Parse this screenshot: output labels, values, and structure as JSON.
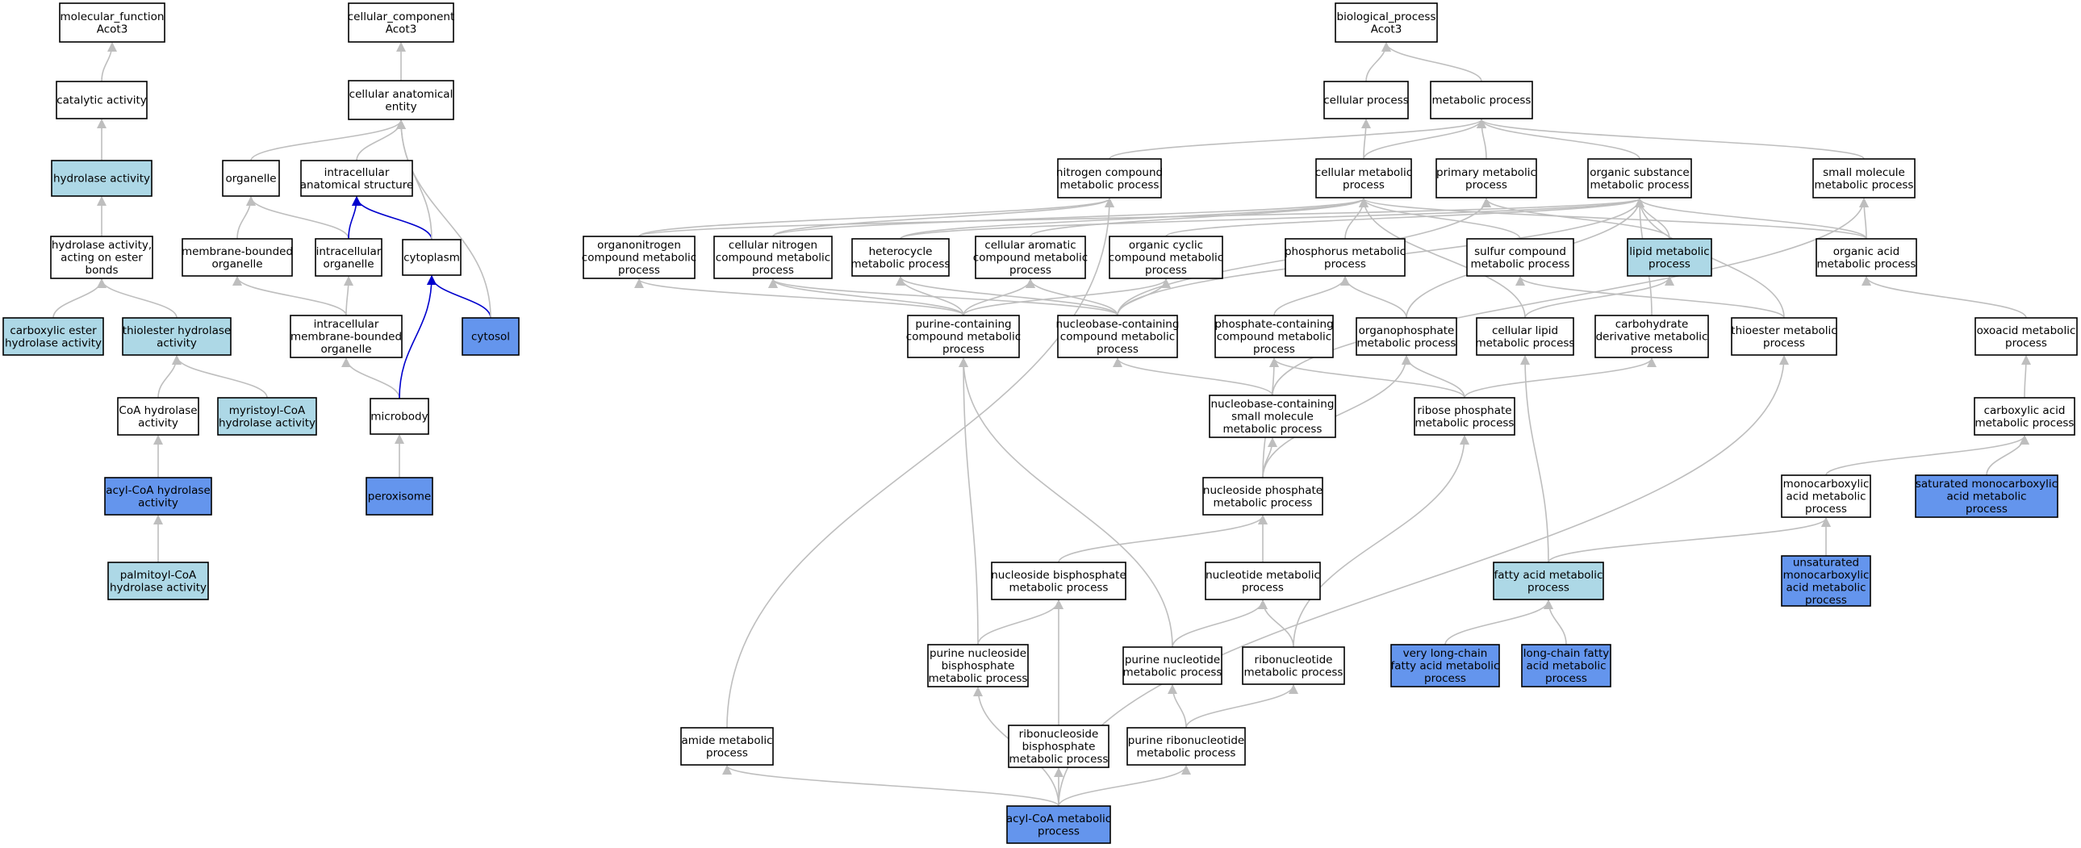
{
  "colors": {
    "plain": "#ffffff",
    "light": "#add8e6",
    "dark": "#6495ed",
    "edge": "#bebebe",
    "edge_highlight": "#0000cd"
  },
  "nodes": {
    "mf_root": {
      "lines": [
        "molecular_function",
        "Acot3"
      ],
      "fill": "plain"
    },
    "catalytic": {
      "lines": [
        "catalytic activity"
      ],
      "fill": "plain"
    },
    "hydrolase": {
      "lines": [
        "hydrolase activity"
      ],
      "fill": "light"
    },
    "hydrolase_ester": {
      "lines": [
        "hydrolase activity,",
        "acting on ester",
        "bonds"
      ],
      "fill": "plain"
    },
    "carboxylic_ester": {
      "lines": [
        "carboxylic ester",
        "hydrolase activity"
      ],
      "fill": "light"
    },
    "thiolester": {
      "lines": [
        "thiolester hydrolase",
        "activity"
      ],
      "fill": "light"
    },
    "coa_hydrolase": {
      "lines": [
        "CoA hydrolase",
        "activity"
      ],
      "fill": "plain"
    },
    "myristoyl": {
      "lines": [
        "myristoyl-CoA",
        "hydrolase activity"
      ],
      "fill": "light"
    },
    "acylcoa_hydrolase": {
      "lines": [
        "acyl-CoA hydrolase",
        "activity"
      ],
      "fill": "dark"
    },
    "palmitoyl": {
      "lines": [
        "palmitoyl-CoA",
        "hydrolase activity"
      ],
      "fill": "light"
    },
    "cc_root": {
      "lines": [
        "cellular_component",
        "Acot3"
      ],
      "fill": "plain"
    },
    "cae": {
      "lines": [
        "cellular anatomical",
        "entity"
      ],
      "fill": "plain"
    },
    "organelle": {
      "lines": [
        "organelle"
      ],
      "fill": "plain"
    },
    "ias": {
      "lines": [
        "intracellular",
        "anatomical structure"
      ],
      "fill": "plain"
    },
    "mbo": {
      "lines": [
        "membrane-bounded",
        "organelle"
      ],
      "fill": "plain"
    },
    "intra_org": {
      "lines": [
        "intracellular",
        "organelle"
      ],
      "fill": "plain"
    },
    "cytoplasm": {
      "lines": [
        "cytoplasm"
      ],
      "fill": "plain"
    },
    "imbo": {
      "lines": [
        "intracellular",
        "membrane-bounded",
        "organelle"
      ],
      "fill": "plain"
    },
    "cytosol": {
      "lines": [
        "cytosol"
      ],
      "fill": "dark"
    },
    "microbody": {
      "lines": [
        "microbody"
      ],
      "fill": "plain"
    },
    "peroxisome": {
      "lines": [
        "peroxisome"
      ],
      "fill": "dark"
    },
    "bp_root": {
      "lines": [
        "biological_process",
        "Acot3"
      ],
      "fill": "plain"
    },
    "cellular_process": {
      "lines": [
        "cellular process"
      ],
      "fill": "plain"
    },
    "metabolic_process": {
      "lines": [
        "metabolic process"
      ],
      "fill": "plain"
    },
    "nitrogen": {
      "lines": [
        "nitrogen compound",
        "metabolic process"
      ],
      "fill": "plain"
    },
    "cellular_metabolic": {
      "lines": [
        "cellular metabolic",
        "process"
      ],
      "fill": "plain"
    },
    "primary": {
      "lines": [
        "primary metabolic",
        "process"
      ],
      "fill": "plain"
    },
    "organic_substance": {
      "lines": [
        "organic substance",
        "metabolic process"
      ],
      "fill": "plain"
    },
    "small_molecule": {
      "lines": [
        "small molecule",
        "metabolic process"
      ],
      "fill": "plain"
    },
    "organonitrogen": {
      "lines": [
        "organonitrogen",
        "compound metabolic",
        "process"
      ],
      "fill": "plain"
    },
    "cellular_nitrogen": {
      "lines": [
        "cellular nitrogen",
        "compound metabolic",
        "process"
      ],
      "fill": "plain"
    },
    "heterocycle": {
      "lines": [
        "heterocycle",
        "metabolic process"
      ],
      "fill": "plain"
    },
    "cellular_aromatic": {
      "lines": [
        "cellular aromatic",
        "compound metabolic",
        "process"
      ],
      "fill": "plain"
    },
    "organic_cyclic": {
      "lines": [
        "organic cyclic",
        "compound metabolic",
        "process"
      ],
      "fill": "plain"
    },
    "phosphorus": {
      "lines": [
        "phosphorus metabolic",
        "process"
      ],
      "fill": "plain"
    },
    "sulfur": {
      "lines": [
        "sulfur compound",
        "metabolic process"
      ],
      "fill": "plain"
    },
    "lipid": {
      "lines": [
        "lipid metabolic",
        "process"
      ],
      "fill": "light"
    },
    "organic_acid": {
      "lines": [
        "organic acid",
        "metabolic process"
      ],
      "fill": "plain"
    },
    "purine_containing": {
      "lines": [
        "purine-containing",
        "compound metabolic",
        "process"
      ],
      "fill": "plain"
    },
    "nucleobase_containing": {
      "lines": [
        "nucleobase-containing",
        "compound metabolic",
        "process"
      ],
      "fill": "plain"
    },
    "phosphate_containing": {
      "lines": [
        "phosphate-containing",
        "compound metabolic",
        "process"
      ],
      "fill": "plain"
    },
    "organophosphate": {
      "lines": [
        "organophosphate",
        "metabolic process"
      ],
      "fill": "plain"
    },
    "cellular_lipid": {
      "lines": [
        "cellular lipid",
        "metabolic process"
      ],
      "fill": "plain"
    },
    "carbohydrate_deriv": {
      "lines": [
        "carbohydrate",
        "derivative metabolic",
        "process"
      ],
      "fill": "plain"
    },
    "thioester": {
      "lines": [
        "thioester metabolic",
        "process"
      ],
      "fill": "plain"
    },
    "oxoacid": {
      "lines": [
        "oxoacid metabolic",
        "process"
      ],
      "fill": "plain"
    },
    "nucleobase_small": {
      "lines": [
        "nucleobase-containing",
        "small molecule",
        "metabolic process"
      ],
      "fill": "plain"
    },
    "ribose_phosphate": {
      "lines": [
        "ribose phosphate",
        "metabolic process"
      ],
      "fill": "plain"
    },
    "carboxylic_acid": {
      "lines": [
        "carboxylic acid",
        "metabolic process"
      ],
      "fill": "plain"
    },
    "nucleoside_phosphate": {
      "lines": [
        "nucleoside phosphate",
        "metabolic process"
      ],
      "fill": "plain"
    },
    "monocarboxylic": {
      "lines": [
        "monocarboxylic",
        "acid metabolic",
        "process"
      ],
      "fill": "plain"
    },
    "saturated_mono": {
      "lines": [
        "saturated monocarboxylic",
        "acid metabolic",
        "process"
      ],
      "fill": "dark"
    },
    "nucleoside_bisphosphate": {
      "lines": [
        "nucleoside bisphosphate",
        "metabolic process"
      ],
      "fill": "plain"
    },
    "nucleotide": {
      "lines": [
        "nucleotide metabolic",
        "process"
      ],
      "fill": "plain"
    },
    "fatty_acid": {
      "lines": [
        "fatty acid metabolic",
        "process"
      ],
      "fill": "light"
    },
    "unsaturated_mono": {
      "lines": [
        "unsaturated",
        "monocarboxylic",
        "acid metabolic",
        "process"
      ],
      "fill": "dark"
    },
    "purine_nucleoside_bis": {
      "lines": [
        "purine nucleoside",
        "bisphosphate",
        "metabolic process"
      ],
      "fill": "plain"
    },
    "purine_nucleotide": {
      "lines": [
        "purine nucleotide",
        "metabolic process"
      ],
      "fill": "plain"
    },
    "ribonucleotide": {
      "lines": [
        "ribonucleotide",
        "metabolic process"
      ],
      "fill": "plain"
    },
    "very_long_chain": {
      "lines": [
        "very long-chain",
        "fatty acid metabolic",
        "process"
      ],
      "fill": "dark"
    },
    "long_chain": {
      "lines": [
        "long-chain fatty",
        "acid metabolic",
        "process"
      ],
      "fill": "dark"
    },
    "amide": {
      "lines": [
        "amide metabolic",
        "process"
      ],
      "fill": "plain"
    },
    "ribonucleoside_bis": {
      "lines": [
        "ribonucleoside",
        "bisphosphate",
        "metabolic process"
      ],
      "fill": "plain"
    },
    "purine_ribonucleotide": {
      "lines": [
        "purine ribonucleotide",
        "metabolic process"
      ],
      "fill": "plain"
    },
    "acylcoa_metabolic": {
      "lines": [
        "acyl-CoA metabolic",
        "process"
      ],
      "fill": "dark"
    }
  },
  "edges": [
    [
      "catalytic",
      "mf_root",
      "gray"
    ],
    [
      "hydrolase",
      "catalytic",
      "gray"
    ],
    [
      "hydrolase_ester",
      "hydrolase",
      "gray"
    ],
    [
      "carboxylic_ester",
      "hydrolase_ester",
      "gray"
    ],
    [
      "thiolester",
      "hydrolase_ester",
      "gray"
    ],
    [
      "coa_hydrolase",
      "thiolester",
      "gray"
    ],
    [
      "myristoyl",
      "thiolester",
      "gray"
    ],
    [
      "acylcoa_hydrolase",
      "coa_hydrolase",
      "gray"
    ],
    [
      "palmitoyl",
      "acylcoa_hydrolase",
      "gray"
    ],
    [
      "cae",
      "cc_root",
      "gray"
    ],
    [
      "organelle",
      "cae",
      "gray"
    ],
    [
      "ias",
      "cae",
      "gray"
    ],
    [
      "mbo",
      "organelle",
      "gray"
    ],
    [
      "intra_org",
      "organelle",
      "gray"
    ],
    [
      "intra_org",
      "ias",
      "blue"
    ],
    [
      "cytoplasm",
      "ias",
      "blue"
    ],
    [
      "cytoplasm",
      "cae",
      "gray"
    ],
    [
      "imbo",
      "mbo",
      "gray"
    ],
    [
      "imbo",
      "intra_org",
      "gray"
    ],
    [
      "cytosol",
      "cytoplasm",
      "blue"
    ],
    [
      "cytosol",
      "cae",
      "gray"
    ],
    [
      "microbody",
      "imbo",
      "gray"
    ],
    [
      "microbody",
      "cytoplasm",
      "blue"
    ],
    [
      "peroxisome",
      "microbody",
      "gray"
    ],
    [
      "cellular_process",
      "bp_root",
      "gray"
    ],
    [
      "metabolic_process",
      "bp_root",
      "gray"
    ],
    [
      "nitrogen",
      "metabolic_process",
      "gray"
    ],
    [
      "cellular_metabolic",
      "cellular_process",
      "gray"
    ],
    [
      "cellular_metabolic",
      "metabolic_process",
      "gray"
    ],
    [
      "primary",
      "metabolic_process",
      "gray"
    ],
    [
      "organic_substance",
      "metabolic_process",
      "gray"
    ],
    [
      "small_molecule",
      "metabolic_process",
      "gray"
    ],
    [
      "organonitrogen",
      "nitrogen",
      "gray"
    ],
    [
      "organonitrogen",
      "organic_substance",
      "gray"
    ],
    [
      "cellular_nitrogen",
      "nitrogen",
      "gray"
    ],
    [
      "cellular_nitrogen",
      "cellular_metabolic",
      "gray"
    ],
    [
      "heterocycle",
      "cellular_metabolic",
      "gray"
    ],
    [
      "heterocycle",
      "organic_substance",
      "gray"
    ],
    [
      "cellular_aromatic",
      "cellular_metabolic",
      "gray"
    ],
    [
      "organic_cyclic",
      "organic_substance",
      "gray"
    ],
    [
      "phosphorus",
      "cellular_metabolic",
      "gray"
    ],
    [
      "sulfur",
      "cellular_metabolic",
      "gray"
    ],
    [
      "lipid",
      "primary",
      "gray"
    ],
    [
      "lipid",
      "organic_substance",
      "gray"
    ],
    [
      "organic_acid",
      "cellular_metabolic",
      "gray"
    ],
    [
      "organic_acid",
      "organic_substance",
      "gray"
    ],
    [
      "organic_acid",
      "small_molecule",
      "gray"
    ],
    [
      "purine_containing",
      "organonitrogen",
      "gray"
    ],
    [
      "purine_containing",
      "cellular_nitrogen",
      "gray"
    ],
    [
      "purine_containing",
      "heterocycle",
      "gray"
    ],
    [
      "purine_containing",
      "cellular_aromatic",
      "gray"
    ],
    [
      "purine_containing",
      "organic_cyclic",
      "gray"
    ],
    [
      "nucleobase_containing",
      "cellular_nitrogen",
      "gray"
    ],
    [
      "nucleobase_containing",
      "heterocycle",
      "gray"
    ],
    [
      "nucleobase_containing",
      "cellular_aromatic",
      "gray"
    ],
    [
      "nucleobase_containing",
      "organic_cyclic",
      "gray"
    ],
    [
      "nucleobase_containing",
      "primary",
      "gray"
    ],
    [
      "nucleobase_containing",
      "organic_substance",
      "gray"
    ],
    [
      "phosphate_containing",
      "phosphorus",
      "gray"
    ],
    [
      "organophosphate",
      "phosphorus",
      "gray"
    ],
    [
      "organophosphate",
      "organic_substance",
      "gray"
    ],
    [
      "cellular_lipid",
      "cellular_metabolic",
      "gray"
    ],
    [
      "cellular_lipid",
      "lipid",
      "gray"
    ],
    [
      "carbohydrate_deriv",
      "organic_substance",
      "gray"
    ],
    [
      "thioester",
      "sulfur",
      "gray"
    ],
    [
      "thioester",
      "organic_substance",
      "gray"
    ],
    [
      "oxoacid",
      "organic_acid",
      "gray"
    ],
    [
      "nucleobase_small",
      "nucleobase_containing",
      "gray"
    ],
    [
      "nucleobase_small",
      "small_molecule",
      "gray"
    ],
    [
      "ribose_phosphate",
      "phosphate_containing",
      "gray"
    ],
    [
      "ribose_phosphate",
      "organophosphate",
      "gray"
    ],
    [
      "ribose_phosphate",
      "carbohydrate_deriv",
      "gray"
    ],
    [
      "carboxylic_acid",
      "oxoacid",
      "gray"
    ],
    [
      "nucleoside_phosphate",
      "phosphate_containing",
      "gray"
    ],
    [
      "nucleoside_phosphate",
      "organophosphate",
      "gray"
    ],
    [
      "nucleoside_phosphate",
      "nucleobase_small",
      "gray"
    ],
    [
      "monocarboxylic",
      "carboxylic_acid",
      "gray"
    ],
    [
      "saturated_mono",
      "carboxylic_acid",
      "gray"
    ],
    [
      "nucleoside_bisphosphate",
      "nucleoside_phosphate",
      "gray"
    ],
    [
      "nucleotide",
      "nucleoside_phosphate",
      "gray"
    ],
    [
      "fatty_acid",
      "cellular_lipid",
      "gray"
    ],
    [
      "fatty_acid",
      "monocarboxylic",
      "gray"
    ],
    [
      "unsaturated_mono",
      "monocarboxylic",
      "gray"
    ],
    [
      "purine_nucleoside_bis",
      "purine_containing",
      "gray"
    ],
    [
      "purine_nucleoside_bis",
      "nucleoside_bisphosphate",
      "gray"
    ],
    [
      "purine_nucleotide",
      "purine_containing",
      "gray"
    ],
    [
      "purine_nucleotide",
      "nucleotide",
      "gray"
    ],
    [
      "ribonucleotide",
      "nucleotide",
      "gray"
    ],
    [
      "ribonucleotide",
      "ribose_phosphate",
      "gray"
    ],
    [
      "very_long_chain",
      "fatty_acid",
      "gray"
    ],
    [
      "long_chain",
      "fatty_acid",
      "gray"
    ],
    [
      "amide",
      "nitrogen",
      "gray"
    ],
    [
      "ribonucleoside_bis",
      "nucleoside_bisphosphate",
      "gray"
    ],
    [
      "purine_ribonucleotide",
      "purine_nucleotide",
      "gray"
    ],
    [
      "purine_ribonucleotide",
      "ribonucleotide",
      "gray"
    ],
    [
      "acylcoa_metabolic",
      "amide",
      "gray"
    ],
    [
      "acylcoa_metabolic",
      "purine_nucleoside_bis",
      "gray"
    ],
    [
      "acylcoa_metabolic",
      "ribonucleoside_bis",
      "gray"
    ],
    [
      "acylcoa_metabolic",
      "purine_ribonucleotide",
      "gray"
    ],
    [
      "acylcoa_metabolic",
      "thioester",
      "gray"
    ]
  ]
}
